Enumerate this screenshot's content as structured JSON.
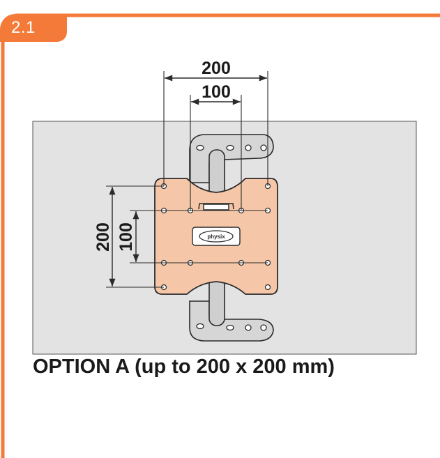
{
  "section_number": "2.1",
  "dimensions": {
    "top_outer": "200",
    "top_inner": "100",
    "side_outer": "200",
    "side_inner": "100"
  },
  "plate_logo": "physix",
  "caption": "OPTION A (up to 200 x 200 mm)",
  "colors": {
    "accent": "#f47a3a",
    "plate": "#f5c7a8",
    "panel": "#e3e3e3",
    "line": "#2a2a2a"
  }
}
